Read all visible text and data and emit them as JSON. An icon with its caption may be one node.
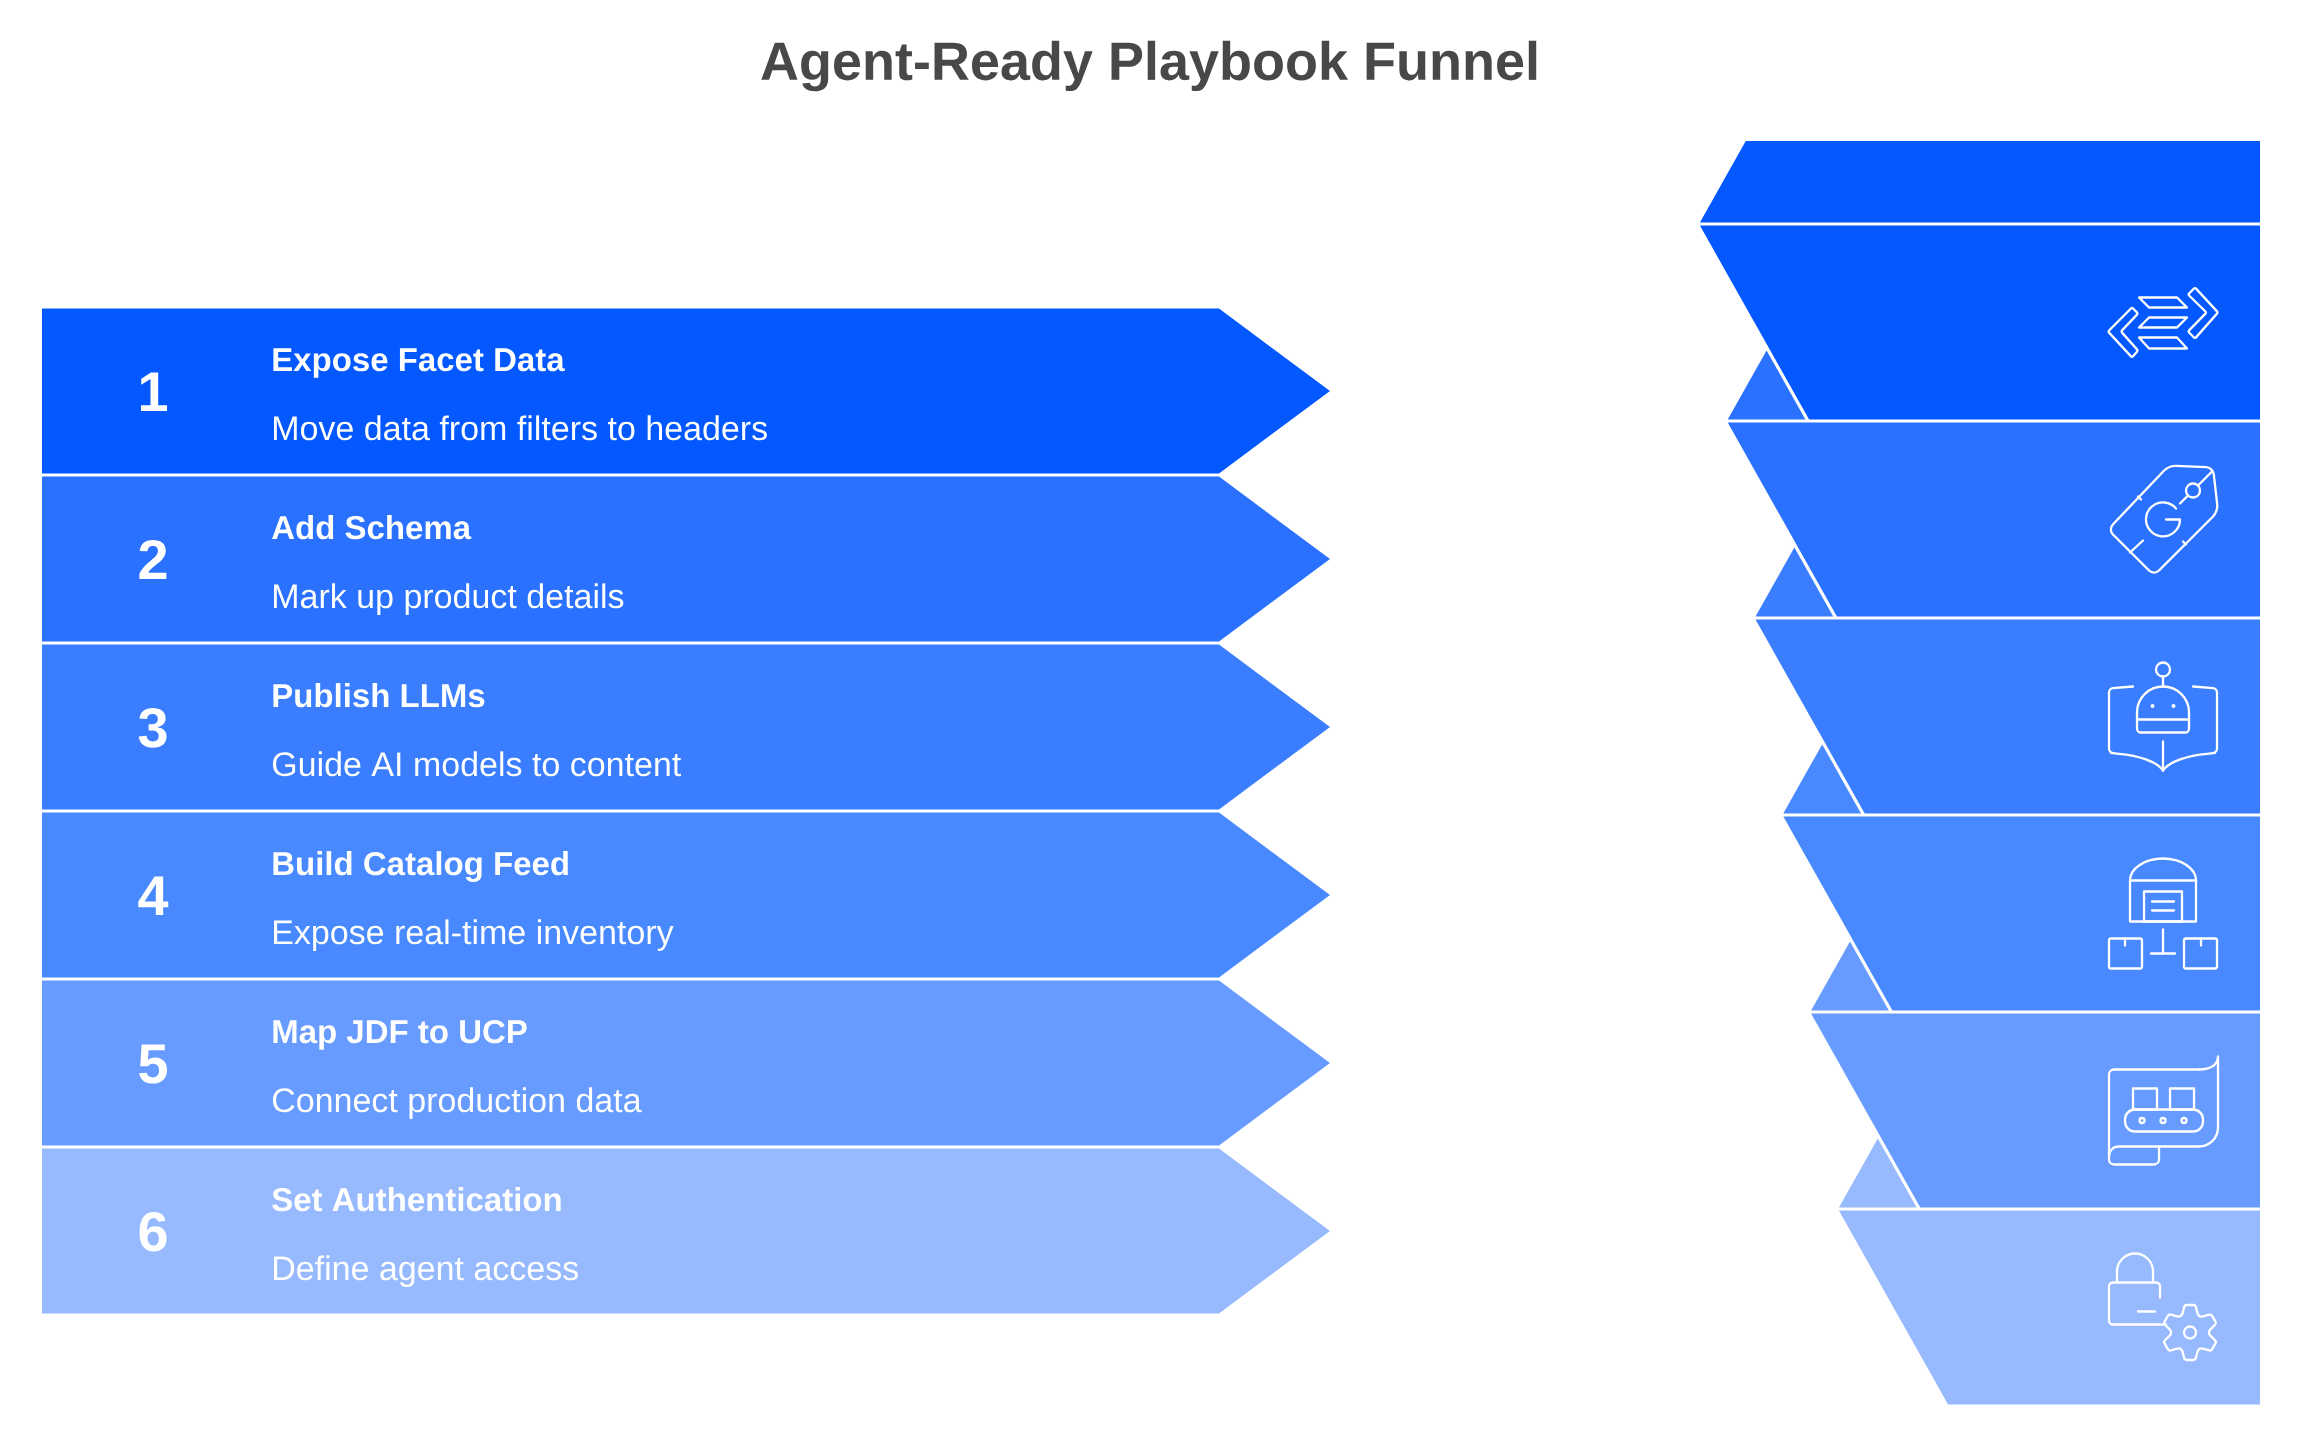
{
  "diagram": {
    "title": "Agent-Ready Playbook Funnel",
    "nodes": [
      {
        "text": [
          "1",
          "Expose Facet Data",
          "Move data from filters to headers"
        ]
      },
      {
        "text": [
          "2",
          "Add Schema",
          "Mark up product details"
        ]
      },
      {
        "text": [
          "3",
          "Publish LLMs",
          "Guide AI models to content"
        ]
      },
      {
        "text": [
          "4",
          "Build Catalog Feed",
          "Expose real-time inventory"
        ]
      },
      {
        "text": [
          "5",
          "Map JDF to UCP",
          "Connect production data"
        ]
      },
      {
        "text": [
          "6",
          "Set Authentication",
          "Define agent access"
        ]
      },
      {
        "text": [],
        "shape": "band"
      },
      {
        "text": [],
        "shape": "band"
      },
      {
        "text": [],
        "shape": "band"
      },
      {
        "text": [],
        "shape": "band"
      },
      {
        "text": [],
        "shape": "band"
      },
      {
        "text": [],
        "shape": "band"
      }
    ]
  }
}
